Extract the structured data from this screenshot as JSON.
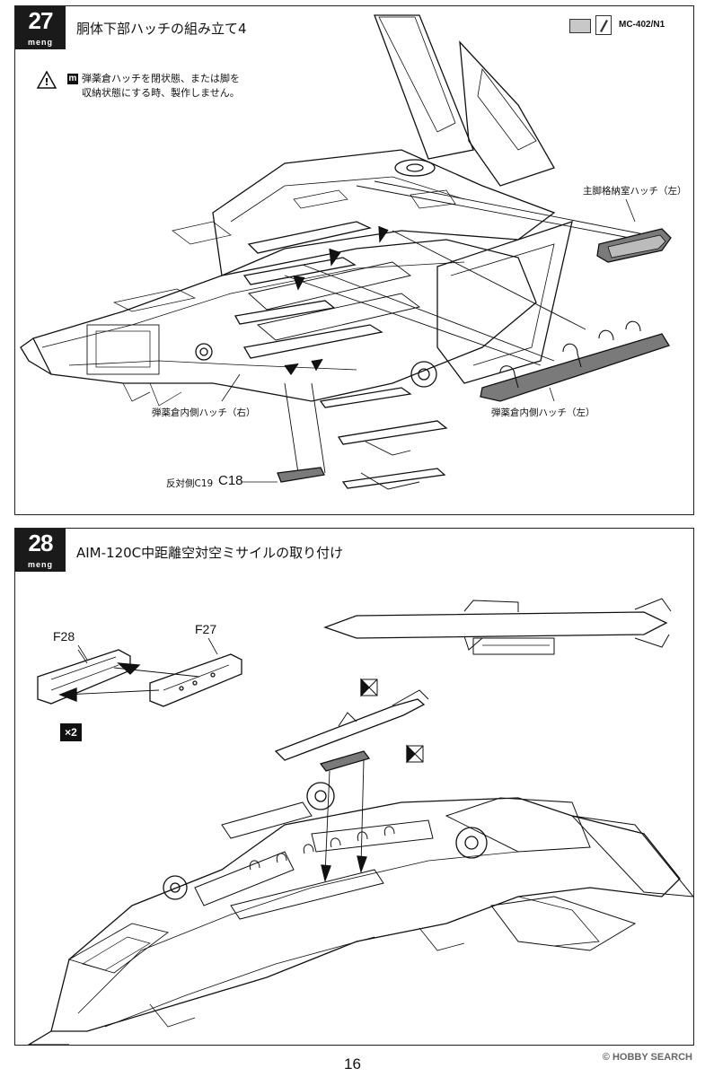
{
  "step27": {
    "number": "27",
    "brand": "meng",
    "title": "胴体下部ハッチの組み立て4",
    "paint_code": "MC-402/N1",
    "note_marker": "m",
    "note_line1": "弾薬倉ハッチを閉状態、または脚を",
    "note_line2": "収納状態にする時、製作しません。",
    "labels": {
      "main_gear_hatch_left": "主脚格納室ハッチ（左）",
      "bay_inner_hatch_right": "弾薬倉内側ハッチ（右）",
      "bay_inner_hatch_left": "弾薬倉内側ハッチ（左）",
      "opposite_side": "反対側C19",
      "part_c18": "C18"
    }
  },
  "step28": {
    "number": "28",
    "brand": "meng",
    "title": "AIM-120C中距離空対空ミサイルの取り付け",
    "parts": {
      "f28": "F28",
      "f27": "F27"
    },
    "quantity": "×2"
  },
  "footer": {
    "page_number": "16",
    "watermark": "© HOBBY SEARCH"
  },
  "colors": {
    "ink": "#111111",
    "badge": "#1a1a1a",
    "paint_swatch": "#c8c8c8",
    "hatch_fill": "#7a7a7a"
  }
}
